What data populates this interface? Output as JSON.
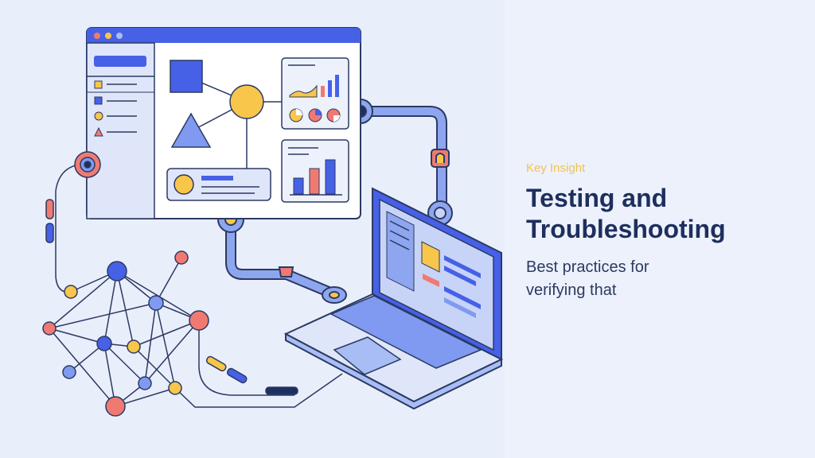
{
  "slide": {
    "eyebrow": "Key Insight",
    "title": "Testing and Troubleshooting",
    "subtitle": "Best practices for verifying that"
  },
  "colors": {
    "background": "#e9eefb",
    "navy": "#1d2f5e",
    "blue": "#4661e6",
    "light_blue": "#a9bdf5",
    "yellow": "#f7c64a",
    "coral": "#f07a72",
    "outline": "#2b3a63"
  },
  "icons": {
    "dashboard": "browser-window-dashboard",
    "laptop": "laptop",
    "network": "network-graph",
    "pipeline": "connector-pipe"
  }
}
